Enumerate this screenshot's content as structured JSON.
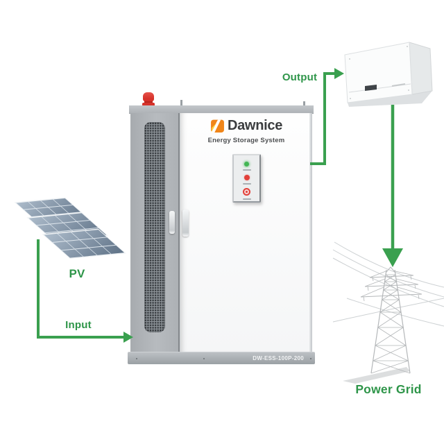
{
  "diagram": {
    "type": "energy-storage-flow",
    "background": "#ffffff"
  },
  "labels": {
    "pv": "PV",
    "input": "Input",
    "output": "Output",
    "power_grid": "Power Grid"
  },
  "cabinet": {
    "brand": "Dawnice",
    "subtitle": "Energy Storage System",
    "model": "DW-ESS-100P-200",
    "indicator_lights": [
      "green",
      "red",
      "red-ring"
    ]
  },
  "colors": {
    "arrow_green": "#3aa04f",
    "label_green": "#2e9549",
    "brand_orange": "#f08519",
    "brand_yellow": "#ffd23f",
    "estop_red": "#d6322a",
    "indicator_green": "#43b654",
    "indicator_red": "#e2403a",
    "cabinet_gray": "#b4b8bc",
    "panel_blue_dark": "#5d7085",
    "panel_blue_light": "#aebdcc"
  }
}
